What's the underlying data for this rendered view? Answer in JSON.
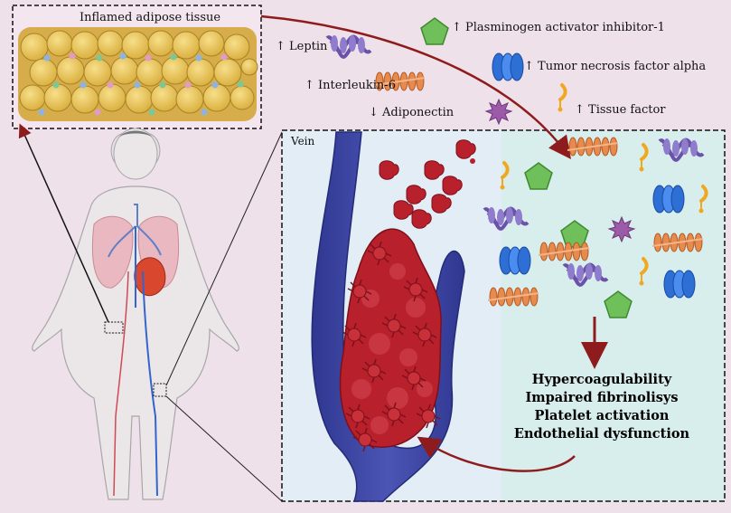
{
  "panels": {
    "adipose_title": "Inflamed adipose tissue",
    "vein_label": "Vein"
  },
  "legend": {
    "pai1": "↑ Plasminogen activator inhibitor-1",
    "leptin": "↑ Leptin",
    "tnf": "↑ Tumor necrosis factor alpha",
    "il6": "↑ Interleukin-6",
    "adiponectin": "↓ Adiponectin",
    "tissue_factor": "↑ Tissue factor"
  },
  "outcomes": [
    "Hypercoagulability",
    "Impaired fibrinolisys",
    "Platelet activation",
    "Endothelial dysfunction"
  ],
  "colors": {
    "background": "#efe1ea",
    "vein": "#3d45a0",
    "clot": "#b8202c",
    "fat": "#e8c760",
    "leptin": "#6a52a8",
    "il6": "#e78a4e",
    "tnf": "#2e6fd6",
    "pai1": "#6fbf5a",
    "adiponectin": "#9c5aa8",
    "tissue_factor": "#f0a820",
    "arrow": "#8e1c1c"
  }
}
